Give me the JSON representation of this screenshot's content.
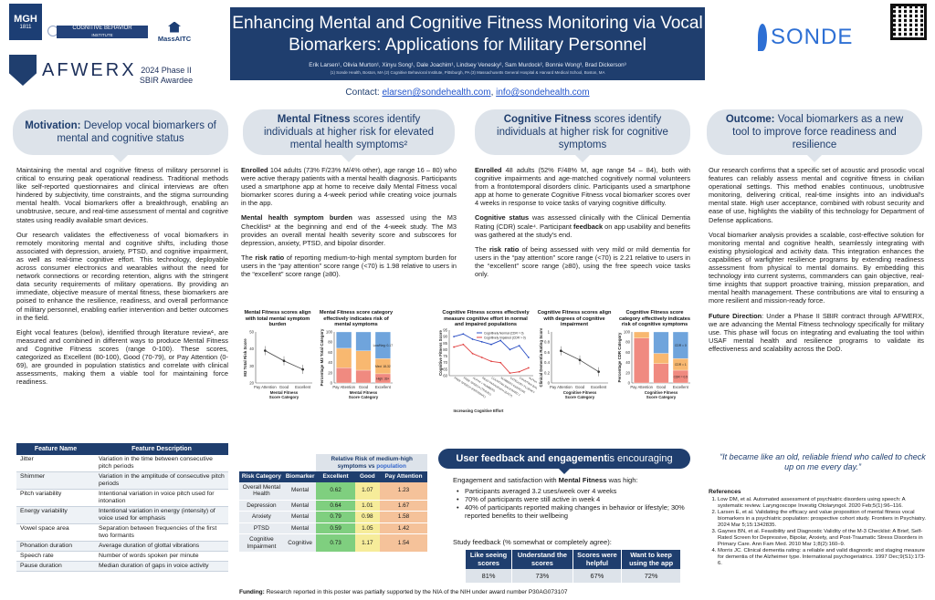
{
  "header": {
    "title_line1": "Enhancing Mental and Cognitive Fitness Monitoring via Vocal",
    "title_line2": "Biomarkers: Applications for Military Personnel",
    "authors": "Erik Larsen¹, Olivia Murton¹, Xinyu Song¹, Dale Joachim¹, Lindsey Venesky², Sam Murdock², Bonnie Wong³, Brad Dickerson³",
    "affiliations": "(1) Sonde Health, Boston, MA (2) Cognitive Behavioral Institute, Pittsburgh, PA (3) Massachusetts General Hospital & Harvard Medical School, Boston, MA",
    "contact_label": "Contact:",
    "contact_email1": "elarsen@sondehealth.com",
    "contact_email2": "info@sondehealth.com"
  },
  "logos": {
    "mgh": "MGH",
    "mgh_year": "1811",
    "cbi_line1": "COGNITIVE BEHAVIOR",
    "cbi_line2": "INSTITUTE",
    "massaitc": "MassAITC",
    "afwerx": "AFWERX",
    "award_line1": "2024 Phase II",
    "award_line2": "SBIR Awardee",
    "sonde": "SONDE"
  },
  "banners": {
    "motivation_bold": "Motivation:",
    "motivation_rest": " Develop vocal biomarkers of mental and  cognitive status",
    "mental_bold": "Mental Fitness",
    "mental_rest": " scores identify individuals at higher risk for elevated mental health symptoms²",
    "cognitive_bold": "Cognitive Fitness",
    "cognitive_rest": " scores identify individuals at higher risk for cognitive symptoms",
    "outcome_bold": "Outcome:",
    "outcome_rest": " Vocal biomarkers as a new tool to improve force readiness and resilience"
  },
  "motivation": {
    "p1": "Maintaining the mental and cognitive fitness of military personnel is critical to ensuring peak operational readiness. Traditional methods like self-reported questionnaires and clinical interviews are often hindered by subjectivity, time constraints, and the stigma surrounding mental health. Vocal biomarkers offer a breakthrough, enabling an unobtrusive, secure, and real-time assessment of mental and cognitive states using readily available smart devices.",
    "p2": "Our research validates the effectiveness of vocal biomarkers in remotely monitoring mental and cognitive shifts, including those associated with depression, anxiety, PTSD, and cognitive impairment, as well as real-time cognitive effort. This technology, deployable across consumer electronics and wearables without the need for network connections or recording retention, aligns with the stringent data security requirements of military operations. By providing an immediate, objective measure of mental fitness, these biomarkers are poised to enhance the resilience, readiness, and overall performance of military personnel, enabling earlier intervention and better outcomes in the field.",
    "p3": "Eight vocal features (below), identified through literature review¹, are measured and combined in different ways to produce Mental Fitness and Cognitive Fitness scores (range 0-100). These scores, categorized as Excellent (80-100), Good (70-79), or Pay Attention (0-69), are grounded in population statistics and correlate with clinical assessments, making them a viable tool for maintaining force readiness."
  },
  "features": {
    "head_name": "Feature Name",
    "head_desc": "Feature Description",
    "rows": [
      {
        "name": "Jitter",
        "desc": "Variation in the time between consecutive pitch periods"
      },
      {
        "name": "Shimmer",
        "desc": "Variation in the amplitude of consecutive pitch periods"
      },
      {
        "name": "Pitch variability",
        "desc": "Intentional variation in voice pitch used for intonation"
      },
      {
        "name": "Energy variability",
        "desc": "Intentional variation in energy (intensity) of voice used for emphasis"
      },
      {
        "name": "Vowel space area",
        "desc": "Separation between frequencies of the first two formants"
      },
      {
        "name": "Phonation duration",
        "desc": "Average duration of glottal vibrations"
      },
      {
        "name": "Speech rate",
        "desc": "Number of words spoken per minute"
      },
      {
        "name": "Pause duration",
        "desc": "Median duration of gaps in voice activity"
      }
    ]
  },
  "mental": {
    "p1_bold": "Enrolled",
    "p1": " 104 adults (73% F/23% M/4% other), age range 16 – 80) who were active therapy patients with a mental health diagnosis. Participants used a smartphone app at home to receive daily Mental Fitness vocal biomarker scores during a 4-week period while creating voice journals in the app.",
    "p2_bold": "Mental health symptom burden",
    "p2": " was assessed using the M3 Checklist³ at the beginning and end of the 4-week study. The M3 provides an overall mental health severity score and subscores for depression, anxiety, PTSD, and bipolar disorder.",
    "p3_pre": "The ",
    "p3_bold": "risk ratio",
    "p3": " of reporting medium-to-high mental symptom burden for users in the “pay attention” score range (<70) is 1.98 relative to users in the “excellent” score range (≥80)."
  },
  "cognitive": {
    "p1_bold": "Enrolled",
    "p1": " 48 adults (52% F/48% M, age range 54 – 84), both with cognitive impairments and age-matched cognitively normal volunteers from a frontotemporal disorders clinic. Participants used a smartphone app at home to generate Cognitive Fitness vocal biomarker scores over 4 weeks in response to voice tasks of varying cognitive difficulty.",
    "p2_bold": "Cognitive status",
    "p2": " was assessed clinically with the Clinical Dementia Rating (CDR) scale⁴. Participant ",
    "p2_bold2": "feedback",
    "p2_end": " on app usability and benefits was gathered at the study’s end.",
    "p3_pre": "The ",
    "p3_bold": "risk ratio",
    "p3": " of being assessed with very mild or mild dementia for users in the “pay attention” score range (<70) is 2.21 relative to users in the “excellent” score range (≥80), using the free speech voice tasks only."
  },
  "outcome": {
    "p1": "Our research confirms that a specific set of acoustic and prosodic vocal features can reliably assess mental and cognitive fitness in civilian operational settings. This method enables continuous, unobtrusive monitoring, delivering critical, real-time insights into an individual's mental state. High user acceptance, combined with robust security and ease of use, highlights the viability of this technology for Department of Defense applications.",
    "p2": "Vocal biomarker analysis provides a scalable, cost-effective solution for monitoring mental and cognitive health, seamlessly integrating with existing physiological and activity data. This integration enhances the capabilities of warfighter resilience programs by extending readiness assessment from physical to mental domains. By embedding this technology into current systems, commanders can gain objective, real-time insights that support proactive training, mission preparation, and mental health management. These contributions are vital to ensuring a more resilient and mission-ready force.",
    "p3_bold": "Future Direction",
    "p3": ": Under a Phase II SBIR contract through AFWERX, we are advancing the Mental Fitness technology specifically for military use. This phase will focus on integrating and evaluating the tool within USAF mental health and resilience programs to validate its effectiveness and scalability across the DoD."
  },
  "risk_table": {
    "head_top1": "Relative Risk of medium-high symptoms vs ",
    "head_top2": "population",
    "head_cat": "Risk Category",
    "head_bio": "Biomarker",
    "head_ex": "Excellent",
    "head_gd": "Good",
    "head_pa": "Pay Attention",
    "rows": [
      {
        "cat": "Overall Mental Health",
        "bio": "Mental",
        "ex": "0.62",
        "gd": "1.07",
        "pa": "1.23"
      },
      {
        "cat": "Depression",
        "bio": "Mental",
        "ex": "0.64",
        "gd": "1.01",
        "pa": "1.67"
      },
      {
        "cat": "Anxiety",
        "bio": "Mental",
        "ex": "0.79",
        "gd": "0.98",
        "pa": "1.58"
      },
      {
        "cat": "PTSD",
        "bio": "Mental",
        "ex": "0.59",
        "gd": "1.05",
        "pa": "1.42"
      },
      {
        "cat": "Cognitive Impairment",
        "bio": "Cognitive",
        "ex": "0.73",
        "gd": "1.17",
        "pa": "1.54"
      }
    ]
  },
  "feedback": {
    "banner_bold": "User feedback and engagement",
    "banner_rest": " is encouraging",
    "intro_pre": "Engagement and satisfaction with ",
    "intro_bold": "Mental Fitness",
    "intro_post": " was high:",
    "bullets": [
      "Participants averaged 3.2 uses/week over 4 weeks",
      "70% of participants were still active in week 4",
      "40% of participants reported making changes in behavior or lifestyle; 30% reported benefits to their wellbeing"
    ],
    "survey_label": "Study feedback (% somewhat or completely agree):",
    "survey_heads": [
      "Like seeing scores",
      "Understand the scores",
      "Scores were helpful",
      "Want to keep using the app"
    ],
    "survey_values": [
      "81%",
      "73%",
      "67%",
      "72%"
    ]
  },
  "quote": "“It became like an old, reliable friend who called to check up on me every day.”",
  "references": {
    "title": "References",
    "items": [
      "Low DM, et al. Automated assessment of psychiatric disorders using speech: A systematic review. Laryngoscope Investig Otolaryngol. 2020 Feb;5(1):96–116.",
      "Larsen E, et al. Validating the efficacy and value proposition of mental fitness vocal biomarkers in a psychiatric population: prospective cohort study. Frontiers in Psychiatry. 2024 Mar 5;15:1342835.",
      "Gaynes BN, et al. Feasibility and Diagnostic Validity of the M-3 Checklist: A Brief, Self-Rated Screen for Depressive, Bipolar, Anxiety, and Post-Traumatic Stress Disorders in Primary Care. Ann Fam Med. 2010 Mar 1;8(2):160–9.",
      "Morris JC. Clinical dementia rating: a reliable and valid diagnostic and staging measure for dementia of the Alzheimer type. International psychogeriatrics. 1997 Dec;9(S1):173-6."
    ]
  },
  "funding_bold": "Funding:",
  "funding": " Research reported in this poster was partially supported by the NIA of the NIH under award number P30AG073107",
  "colors": {
    "navy": "#1f3e6e",
    "banner_bg": "#dde3ea",
    "excellent": "#7fcf7f",
    "good": "#f6ec9a",
    "pay_attention": "#f5c29a",
    "bar_red": "#f08a80",
    "bar_orange": "#f8b870",
    "bar_blue": "#6fa4dc",
    "line_normal": "#2b4fc4",
    "line_impaired": "#e04040"
  },
  "chart_data": [
    {
      "type": "line",
      "title": "Mental Fitness scores align with total mental symptom burden",
      "categories": [
        "Pay Attention",
        "Good",
        "Excellent"
      ],
      "xlabel": "Mental Fitness Score Category",
      "ylabel": "M3 Total Risk Score",
      "values": [
        39,
        33,
        28
      ],
      "ylim": [
        20,
        50
      ],
      "yticks": [
        20,
        30,
        40,
        50
      ]
    },
    {
      "type": "bar",
      "title": "Mental Fitness score category effectively indicates risk of mental symptoms",
      "categories": [
        "Pay Attention",
        "Good",
        "Excellent"
      ],
      "xlabel": "Mental Fitness Score Category",
      "ylabel": "Percentage M3 Total Category",
      "stacked": true,
      "series": [
        {
          "name": "High: 33+",
          "values": [
            30,
            25,
            18
          ]
        },
        {
          "name": "Med: 18-32",
          "values": [
            38,
            38,
            30
          ]
        },
        {
          "name": "Low/Neg: 0-17",
          "values": [
            32,
            37,
            52
          ]
        }
      ],
      "ylim": [
        0,
        100
      ],
      "yticks": [
        0,
        20,
        40,
        60,
        80,
        100
      ]
    },
    {
      "type": "line",
      "title": "Cognitive Fitness scores effectively measure cognitive effort in normal and impaired populations",
      "xlabel": "Increasing Cognitive Effort",
      "ylabel": "Cognitive Fitness Score",
      "categories": [
        "FREE SPEECH (PERSONAL)",
        "FREE SPEECH (TRAVEL)",
        "ALPHA + NUMBERS",
        "READ PARAGRAPH (EASY)",
        "COUNTING BACKWARD 1",
        "NUMBERS EXERCISE",
        "CATEGORY FLUENCY",
        "COUNTING BACKWARD 3",
        "ALPHA + COUNTING"
      ],
      "series": [
        {
          "name": "Cognitively Normal (CDR = 0)",
          "values": [
            90,
            92,
            88,
            86,
            84,
            87,
            80,
            83,
            74
          ]
        },
        {
          "name": "Cognitively Impaired (CDR > 0)",
          "values": [
            82,
            84,
            77,
            74,
            71,
            70,
            62,
            63,
            66
          ]
        }
      ],
      "ylim": [
        60,
        95
      ],
      "yticks": [
        60,
        65,
        70,
        75,
        80,
        85,
        90,
        95
      ]
    },
    {
      "type": "line",
      "title": "Cognitive Fitness scores align with degrees of cognitive impairment",
      "categories": [
        "Pay Attention",
        "Good",
        "Excellent"
      ],
      "xlabel": "Cognitive Fitness Score Category",
      "ylabel": "Clinical Dementia Rating Score",
      "values": [
        0.63,
        0.45,
        0.22
      ],
      "ylim": [
        0,
        1
      ],
      "yticks": [
        0,
        0.2,
        0.4,
        0.6,
        0.8,
        1
      ]
    },
    {
      "type": "bar",
      "title": "Cognitive Fitness score category effectively indicates risk of cognitive symptoms",
      "categories": [
        "Pay Attention",
        "Good",
        "Excellent"
      ],
      "xlabel": "Cognitive Fitness Score Category",
      "ylabel": "Percentage CDR Category",
      "stacked": true,
      "series": [
        {
          "name": "CDR > 1",
          "values": [
            0,
            0,
            0
          ]
        },
        {
          "name": "CDR = 0.5",
          "values": [
            88,
            38,
            25
          ]
        },
        {
          "name": "CDR = 1",
          "values": [
            12,
            20,
            23
          ]
        },
        {
          "name": "CDR = 0",
          "values": [
            0,
            42,
            52
          ]
        }
      ],
      "ylim": [
        0,
        100
      ],
      "yticks": [
        0,
        20,
        40,
        60,
        80,
        100
      ]
    }
  ]
}
